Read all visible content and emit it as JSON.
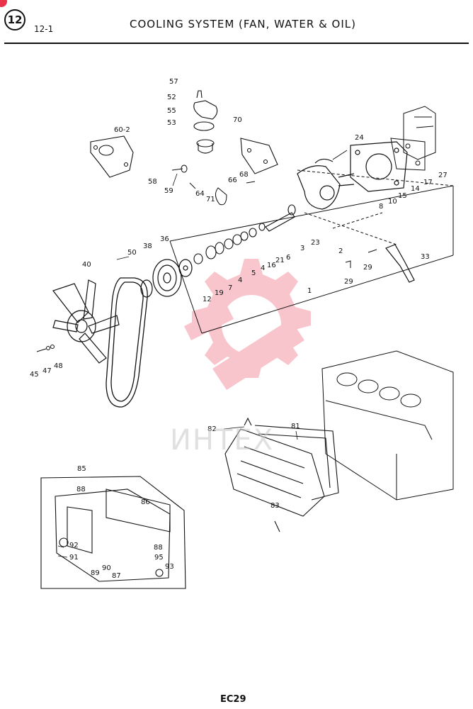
{
  "header": {
    "section_number": "12",
    "section_sub": "12-1",
    "title": "COOLING SYSTEM (FAN, WATER & OIL)"
  },
  "watermark": {
    "text": "ИНТЕХ",
    "color": "#e8334a"
  },
  "footer": {
    "page_code": "EC29"
  },
  "callouts": {
    "c1": "1",
    "c2": "2",
    "c3": "3",
    "c4a": "4",
    "c4b": "4",
    "c5": "5",
    "c6": "6",
    "c7": "7",
    "c8": "8",
    "c10": "10",
    "c12": "12",
    "c14": "14",
    "c15": "15",
    "c16": "16",
    "c17": "17",
    "c19": "19",
    "c21": "21",
    "c23": "23",
    "c24": "24",
    "c27": "27",
    "c29a": "29",
    "c29b": "29",
    "c33": "33",
    "c36": "36",
    "c38": "38",
    "c40": "40",
    "c45": "45",
    "c47": "47",
    "c48": "48",
    "c50": "50",
    "c52": "52",
    "c53": "53",
    "c55": "55",
    "c57": "57",
    "c58": "58",
    "c59": "59",
    "c60": "60-2",
    "c64": "64",
    "c66": "66",
    "c68": "68",
    "c70": "70",
    "c71": "71",
    "c81": "81",
    "c82": "82",
    "c83": "83",
    "c85": "85",
    "c86": "86",
    "c87": "87",
    "c88a": "88",
    "c88b": "88",
    "c89": "89",
    "c90": "90",
    "c91": "91",
    "c92": "92",
    "c93": "93",
    "c95": "95"
  }
}
